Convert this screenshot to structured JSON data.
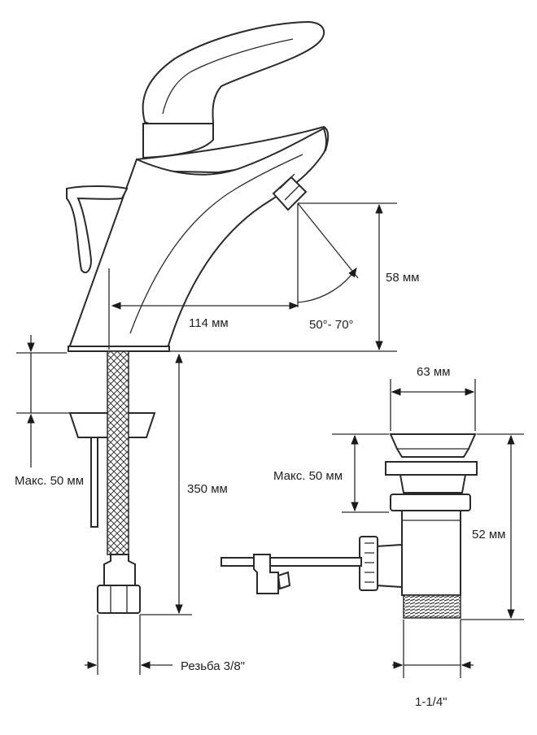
{
  "labels": {
    "spout_reach": "114 мм",
    "spout_height": "58 мм",
    "spray_angle": "50°- 70°",
    "max_thickness_left": "Макс. 50 мм",
    "hose_length": "350 мм",
    "thread_left": "Резьба  3/8\"",
    "drain_width": "63 мм",
    "max_thickness_right": "Макс. 50 мм",
    "drain_height": "52 мм",
    "drain_thread": "1-1/4\""
  },
  "colors": {
    "line": "#2a2a2a",
    "background": "#ffffff"
  }
}
